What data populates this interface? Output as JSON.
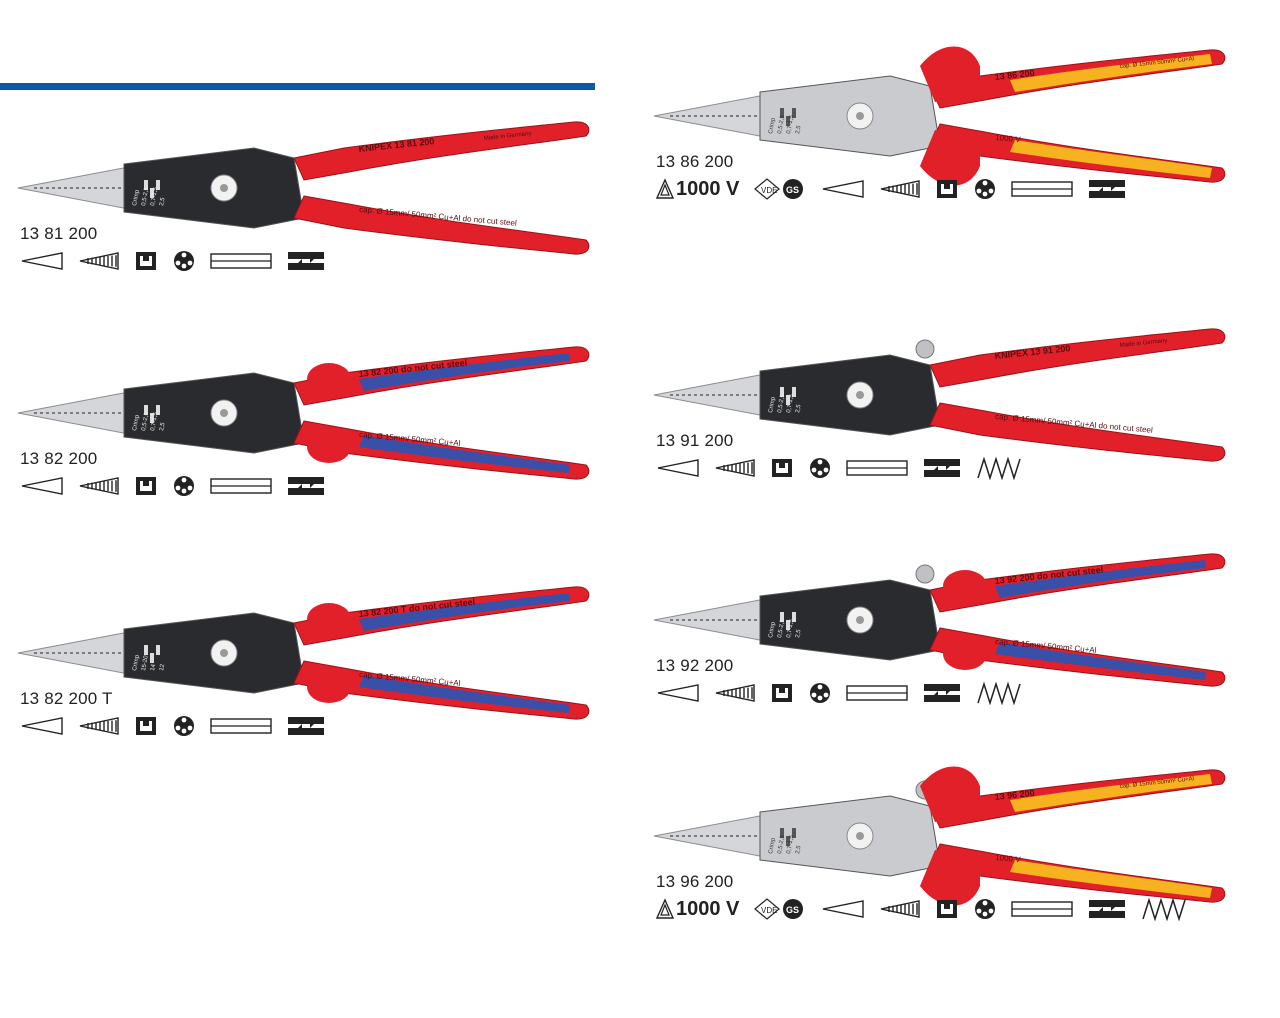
{
  "colors": {
    "rule_blue": "#0b5aa7",
    "handle_red": "#e2202a",
    "handle_blue": "#3a4fa8",
    "handle_yellow": "#f6b21f",
    "steel": "#c9cbce",
    "black_steel": "#2a2b2e"
  },
  "products": [
    {
      "code": "13 81 200",
      "style": "red",
      "handle_top": "KNIPEX     13 81 200",
      "handle_top_small": "Made in Germany",
      "handle_bottom": "cap. Ø 15mm/ 50mm²  Cu+Al   do not cut steel",
      "jaw_marks": [
        "Crimp",
        "0,5-2,5",
        "0,7-1,5",
        "2,5"
      ],
      "icons": [
        "tapered-jaw-icon",
        "serrated-jaw-icon",
        "crimp-profile-icon",
        "wire-strip-holes-icon",
        "flat-grip-icon",
        "cable-cutter-icon"
      ],
      "vde": false
    },
    {
      "code": "13 82 200",
      "style": "multi",
      "handle_top": "13 82 200  do not cut steel",
      "handle_bottom": "cap. Ø 15mm/ 50mm²  Cu+Al",
      "jaw_marks": [
        "Crimp",
        "0,5-2,5",
        "0,7-1,5",
        "2,5"
      ],
      "icons": [
        "tapered-jaw-icon",
        "serrated-jaw-icon",
        "crimp-profile-icon",
        "wire-strip-holes-icon",
        "flat-grip-icon",
        "cable-cutter-icon"
      ],
      "vde": false
    },
    {
      "code": "13 82 200 T",
      "style": "multi-t",
      "handle_top": "13 82 200 T  do not cut steel",
      "handle_bottom": "cap. Ø 15mm/ 50mm²  Cu+Al",
      "jaw_marks": [
        "Crimp",
        "15-20",
        "14",
        "12"
      ],
      "icons": [
        "tapered-jaw-icon",
        "serrated-jaw-icon",
        "crimp-profile-icon",
        "wire-strip-holes-icon",
        "flat-grip-icon",
        "cable-cutter-icon"
      ],
      "vde": false
    },
    {
      "code": "13 86 200",
      "style": "vde",
      "handle_top": "13 86 200",
      "handle_top_small": "cap. Ø 15mm  50mm²  Cu+Al",
      "handle_bottom": "1000 V",
      "jaw_marks": [
        "Crimp",
        "0,5-2,5",
        "0,7-1,5",
        "2,5"
      ],
      "icons": [
        "tapered-jaw-icon",
        "serrated-jaw-icon",
        "crimp-profile-icon",
        "wire-strip-holes-icon",
        "flat-grip-icon",
        "cable-cutter-icon"
      ],
      "vde": true,
      "voltage": "1000 V"
    },
    {
      "code": "13 91 200",
      "style": "red-spring",
      "handle_top": "KNIPEX     13 91 200",
      "handle_top_small": "Made in Germany",
      "handle_bottom": "cap. Ø 15mm/ 50mm²  Cu+Al   do not cut steel",
      "jaw_marks": [
        "Crimp",
        "0,5-2,5",
        "0,7-1,5",
        "2,5"
      ],
      "icons": [
        "tapered-jaw-icon",
        "serrated-jaw-icon",
        "crimp-profile-icon",
        "wire-strip-holes-icon",
        "flat-grip-icon",
        "cable-cutter-icon",
        "spring-icon"
      ],
      "vde": false
    },
    {
      "code": "13 92 200",
      "style": "multi-spring",
      "handle_top": "13 92 200  do not cut steel",
      "handle_bottom": "cap. Ø 15mm/ 50mm²  Cu+Al",
      "jaw_marks": [
        "Crimp",
        "0,5-2,5",
        "0,7-1,5",
        "2,5"
      ],
      "icons": [
        "tapered-jaw-icon",
        "serrated-jaw-icon",
        "crimp-profile-icon",
        "wire-strip-holes-icon",
        "flat-grip-icon",
        "cable-cutter-icon",
        "spring-icon"
      ],
      "vde": false
    },
    {
      "code": "13 96 200",
      "style": "vde-spring",
      "handle_top": "13 96 200",
      "handle_top_small": "cap. Ø 15mm  50mm²  Cu+Al",
      "handle_bottom": "1000 V",
      "jaw_marks": [
        "Crimp",
        "0,5-2,5",
        "0,7-1,5",
        "2,5"
      ],
      "icons": [
        "tapered-jaw-icon",
        "serrated-jaw-icon",
        "crimp-profile-icon",
        "wire-strip-holes-icon",
        "flat-grip-icon",
        "cable-cutter-icon",
        "spring-icon"
      ],
      "vde": true,
      "voltage": "1000 V"
    }
  ]
}
